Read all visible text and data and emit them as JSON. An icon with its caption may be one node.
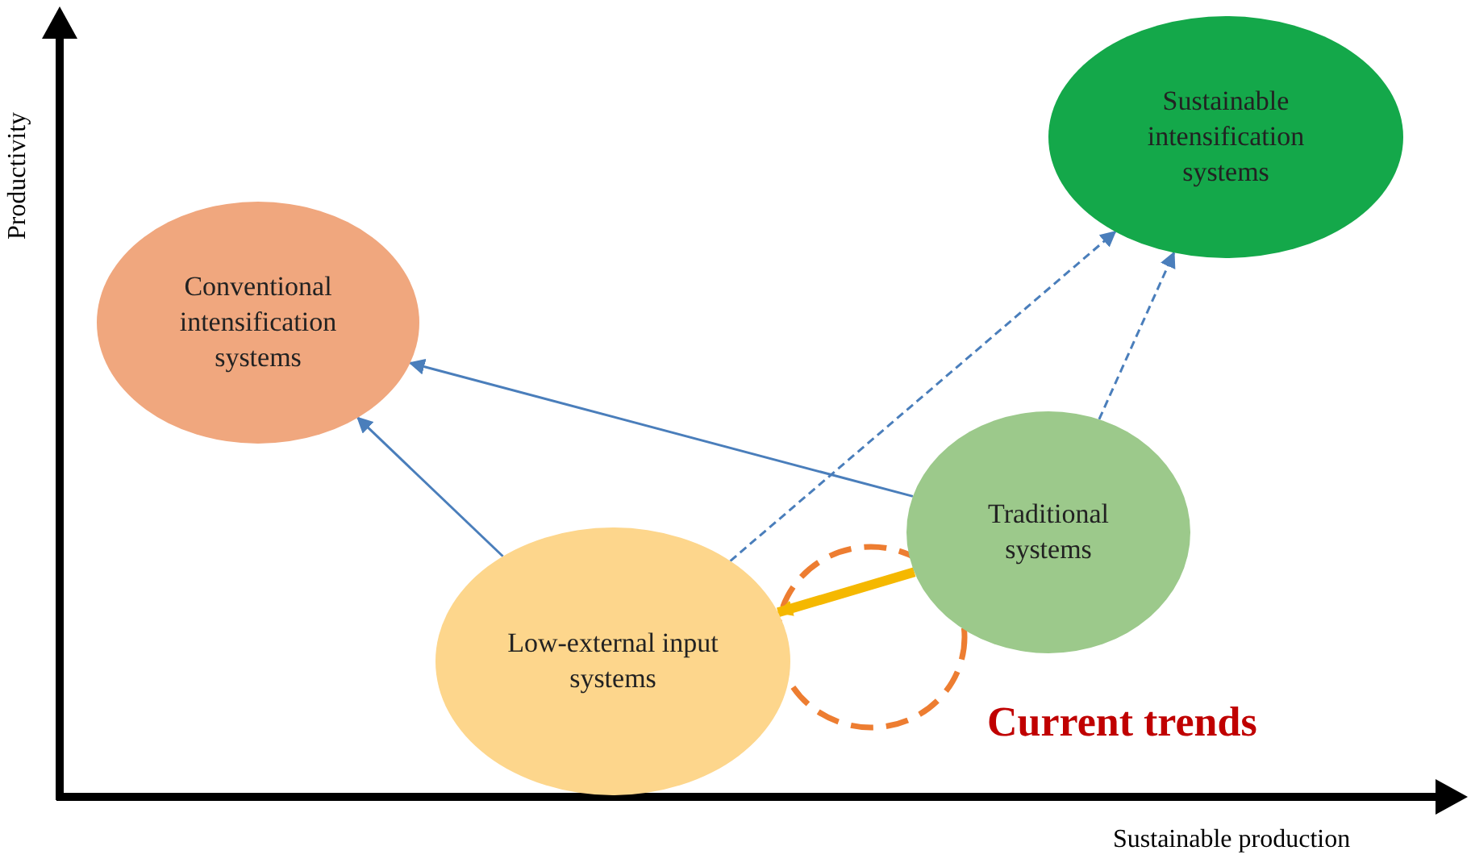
{
  "diagram": {
    "nodes": [
      {
        "text": [
          "Sustainable intensification systems"
        ]
      },
      {
        "text": [
          "Conventional intensification systems"
        ]
      },
      {
        "text": [
          "Traditional systems"
        ]
      },
      {
        "text": [
          "Low-external input systems"
        ]
      }
    ],
    "edges": [
      {
        "from": 3,
        "to": 1,
        "arrow": "to"
      },
      {
        "from": 2,
        "to": 1,
        "arrow": "to"
      },
      {
        "from": 3,
        "to": 0,
        "arrow": "to",
        "style": "dashed"
      },
      {
        "from": 2,
        "to": 0,
        "arrow": "to",
        "style": "dashed"
      },
      {
        "from": 2,
        "to": 3,
        "arrow": "to",
        "style": "thick",
        "color": "#f5b800"
      }
    ],
    "labels": [
      "Productivity",
      "Sustainable production",
      "Current trends"
    ]
  }
}
